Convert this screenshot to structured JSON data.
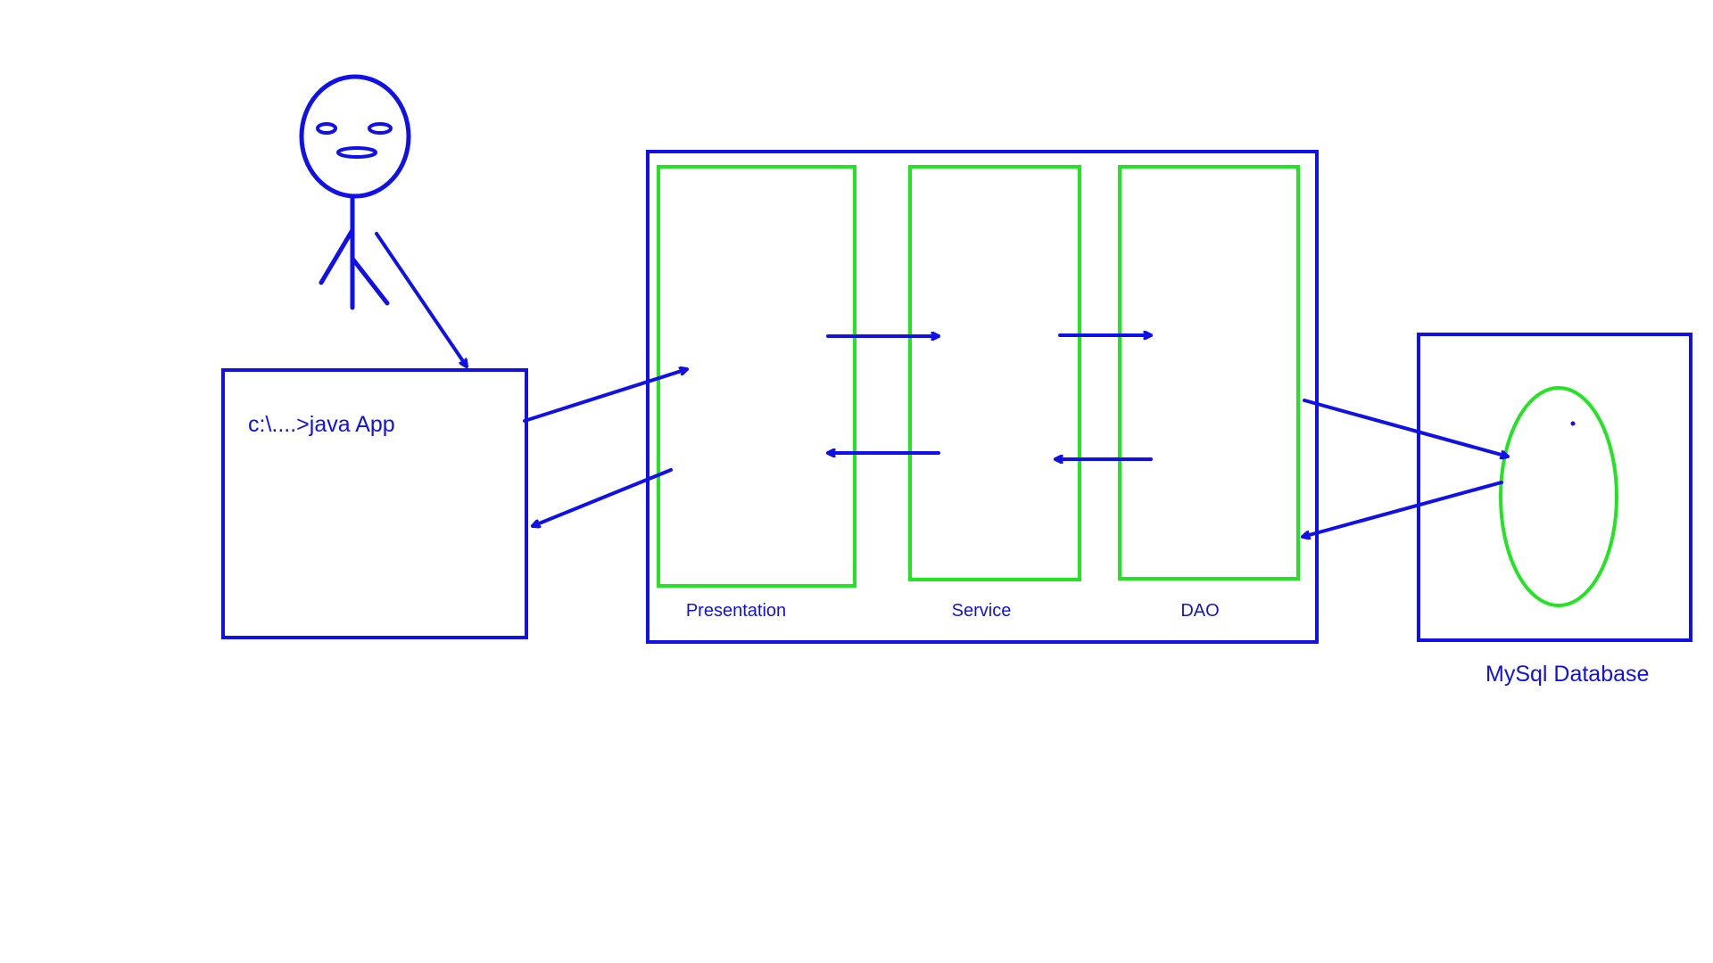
{
  "colors": {
    "stroke_blue": "#1010e8",
    "stroke_green": "#22e422",
    "background": "#ffffff"
  },
  "user": {
    "icon": "stick-figure-user-icon"
  },
  "console": {
    "command_text": "c:\\....>java App"
  },
  "application": {
    "layers": [
      {
        "label": "Presentation"
      },
      {
        "label": "Service"
      },
      {
        "label": "DAO"
      }
    ]
  },
  "database": {
    "label": "MySql Database",
    "icon": "database-cylinder-icon"
  }
}
